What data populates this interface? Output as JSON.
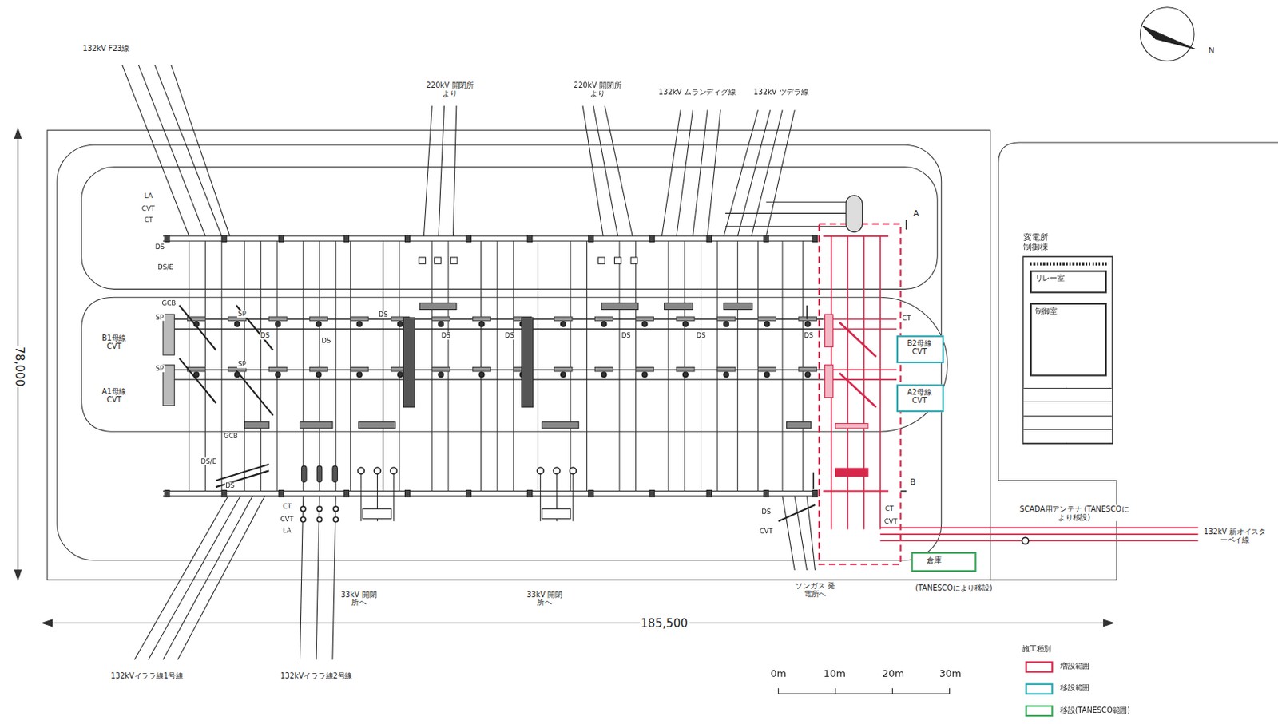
{
  "diagram": {
    "nodes": [
      {
        "text": [
          "変電所 制御棟"
        ]
      },
      {
        "text": [
          "リレー室"
        ],
        "in": 0
      },
      {
        "text": [
          "制御室"
        ],
        "in": 0
      },
      {
        "text": [
          "B2母線 CVT"
        ]
      },
      {
        "text": [
          "A2母線 CVT"
        ]
      },
      {
        "text": [
          "倉庫"
        ]
      }
    ],
    "labels": [
      "132kV F23線",
      "220kV 開閉所より",
      "220kV 開閉所より",
      "132kV ムランディグ線",
      "132kV ツデラ線",
      "78,000",
      "185,500",
      "33kV 開閉所へ",
      "33kV 開閉所へ",
      "ソンガス 発電所へ",
      "132kVイララ線1号線",
      "132kVイララ線2号線",
      "SCADA用アンテナ (TANESCOにより移設)",
      "132kV 新オイスターベイ線",
      "(TANESCOにより移設)",
      "B1母線 CVT",
      "A1母線 CVT",
      "LA",
      "CVT",
      "CT",
      "DS",
      "DS/E",
      "GCB",
      "SP",
      "SP",
      "SP",
      "SP",
      "GCB",
      "DS/E",
      "DS",
      "CT",
      "CVT",
      "LA",
      "DS",
      "DS",
      "DS",
      "DS",
      "DS",
      "DS",
      "DS",
      "DS",
      "CT",
      "CT",
      "CVT",
      "DS",
      "CVT",
      "A",
      "B",
      "N",
      "0m",
      "10m",
      "20m",
      "30m",
      "施工種別"
    ],
    "legend": [
      {
        "text": "増設範囲",
        "color": "#d6284a"
      },
      {
        "text": "移設範囲",
        "color": "#2aa6b0"
      },
      {
        "text": "移設(TANESCO範囲)",
        "color": "#3aa65a"
      }
    ]
  }
}
